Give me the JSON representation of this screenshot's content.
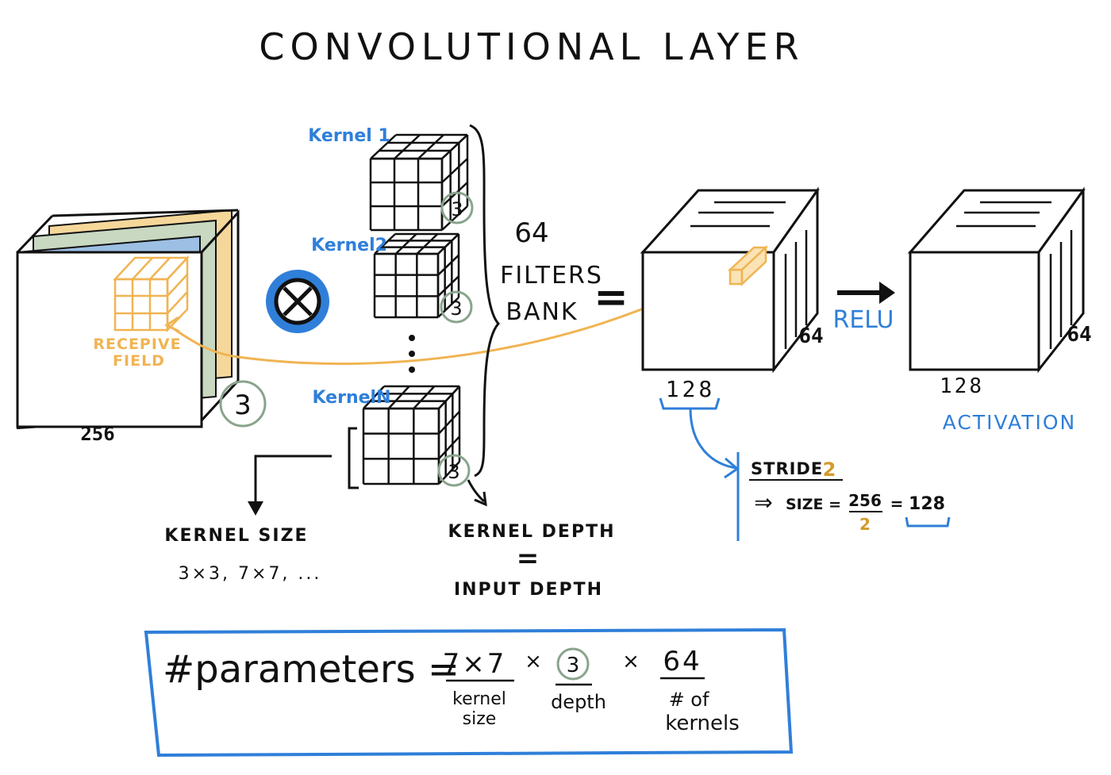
{
  "title": "CONVOLUTIONAL LAYER",
  "input": {
    "width_label": "256",
    "depth_label": "3",
    "receptive_field_label": [
      "RECEPIVE",
      "FIELD"
    ]
  },
  "operator": "⊗",
  "kernels": {
    "labels": [
      "Kernel 1",
      "Kernel2",
      "KernelN"
    ],
    "depth_label": "3",
    "dots": "⋮",
    "bank_count": "64",
    "bank_label_1": "FILTERS",
    "bank_label_2": "BANK",
    "equals": "="
  },
  "output": {
    "width_label": "128",
    "depth_label": "64"
  },
  "relu_label": "RELU",
  "activation": {
    "width_label": "128",
    "depth_label": "64",
    "label": "ACTIVATION"
  },
  "stride": {
    "label": "STRIDE",
    "value": "2",
    "arrow": "⇒",
    "size_label": "SIZE =",
    "numerator": "256",
    "denominator": "2",
    "equals": "=",
    "result": "128"
  },
  "kernel_size": {
    "label": "KERNEL SIZE",
    "examples": "3×3, 7×7, ..."
  },
  "kernel_depth": {
    "label": "KERNEL DEPTH",
    "equals": "=",
    "rhs": "INPUT DEPTH"
  },
  "formula": {
    "lhs": "#parameters =",
    "term1": "7×7",
    "term1_caption_1": "kernel",
    "term1_caption_2": "size",
    "times": "×",
    "term2": "3",
    "term2_caption": "depth",
    "term3": "64",
    "term3_caption_1": "# of",
    "term3_caption_2": "kernels"
  },
  "colors": {
    "ink": "#111111",
    "blue": "#2f7fd9",
    "orange": "#f0b452",
    "green_circle": "#8aa48c",
    "blue_layer": "#7aa5d6",
    "green_layer": "#a9bfa3",
    "orange_layer": "#f0c070"
  }
}
